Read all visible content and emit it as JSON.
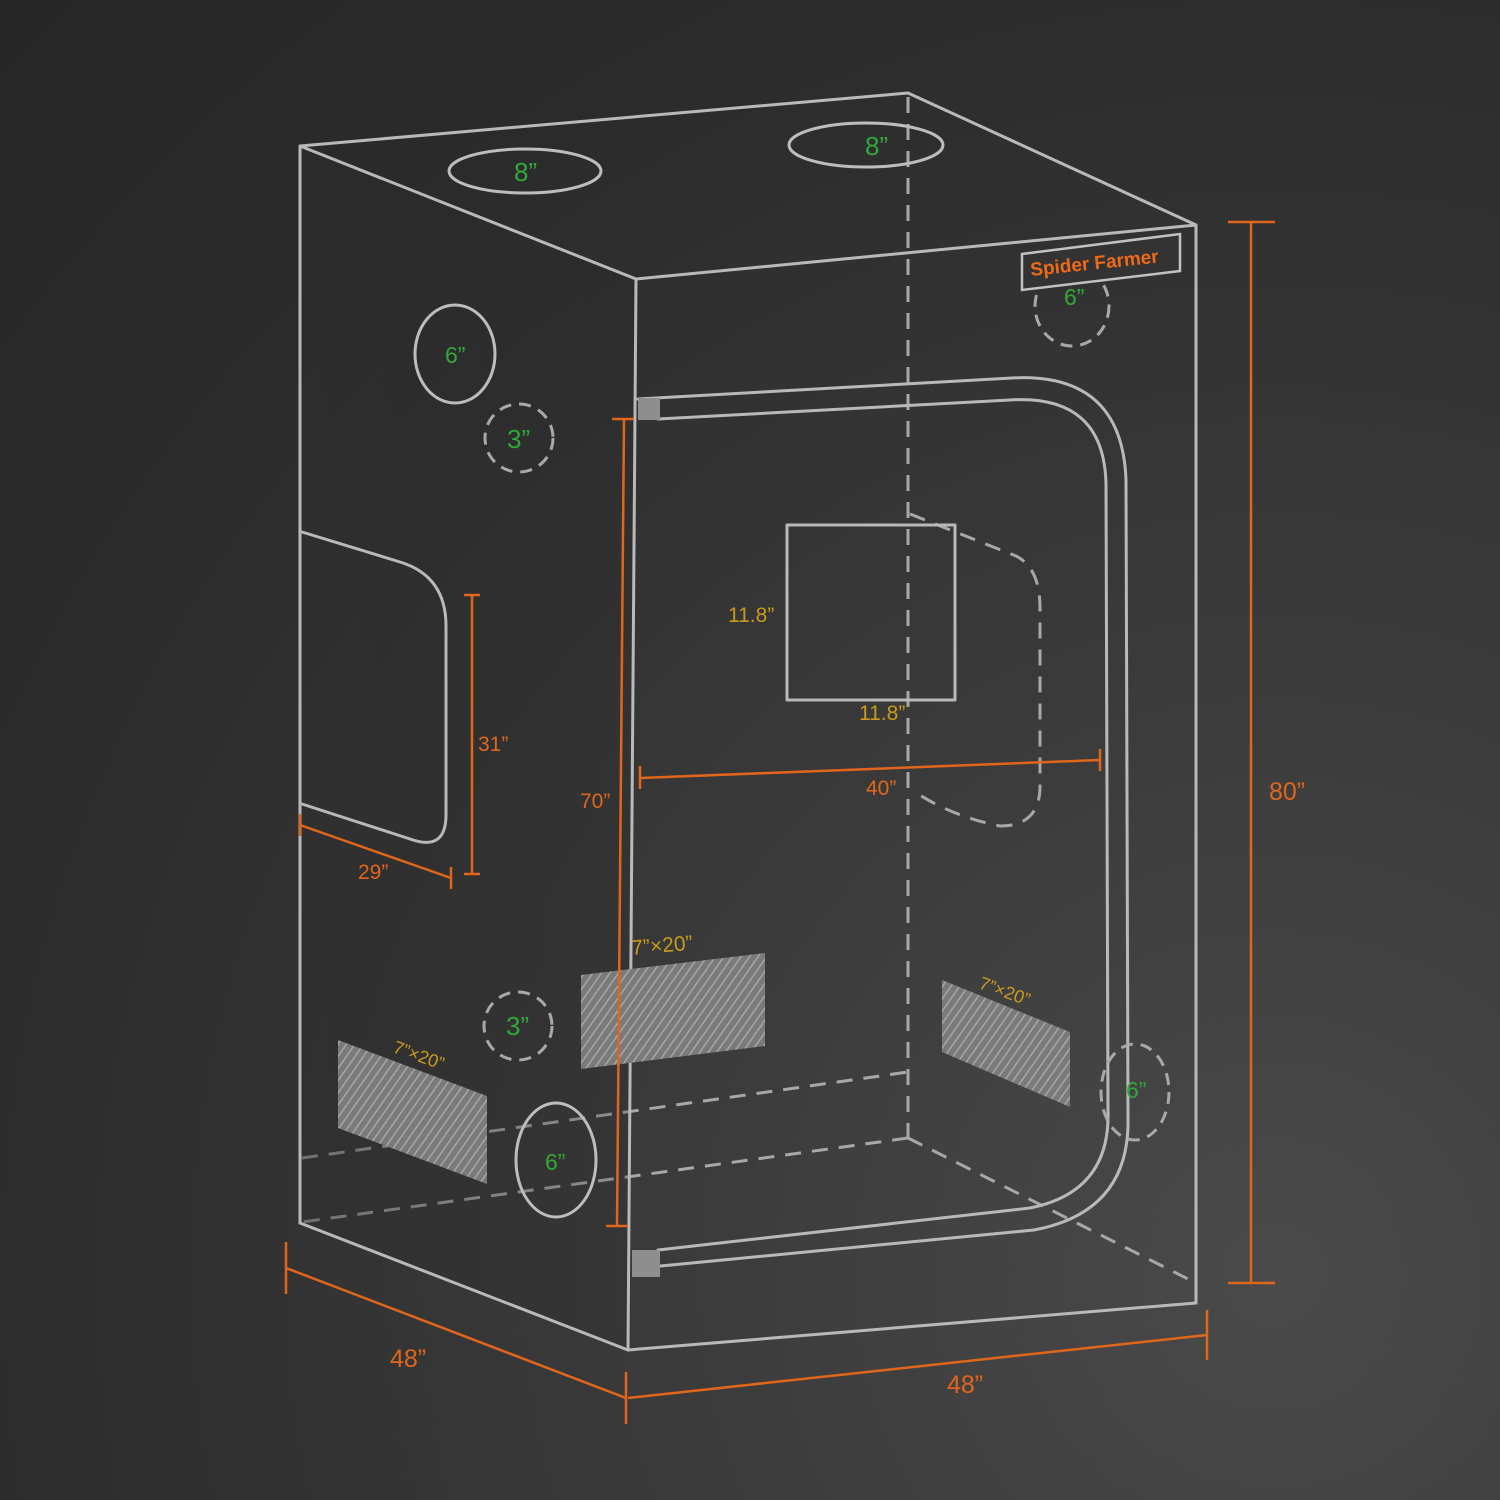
{
  "brand": {
    "logo_text": "Spider Farmer",
    "logo_color": "#ef6a18"
  },
  "colors": {
    "background": "#2b2b2b",
    "outline": "#b9b9b9",
    "dimension": "#e0661c",
    "port_label": "#31a83a",
    "window_label": "#c99a1c"
  },
  "dimensions": {
    "height_total": "80”",
    "width_front": "48”",
    "depth_side": "48”",
    "door_height": "70”",
    "door_width": "40”",
    "side_window_height": "31”",
    "side_window_width": "29”",
    "front_window_width": "11.8”",
    "front_window_height": "11.8”"
  },
  "ports": {
    "top_left": "8”",
    "top_right": "8”",
    "side_upper": "6”",
    "side_upper_small": "3”",
    "side_lower_small": "3”",
    "side_bottom": "6”",
    "front_upper_hidden": "6”",
    "right_lower_hidden": "6”"
  },
  "vents": {
    "side": "7”×20”",
    "front": "7”×20”",
    "back": "7”×20”"
  }
}
